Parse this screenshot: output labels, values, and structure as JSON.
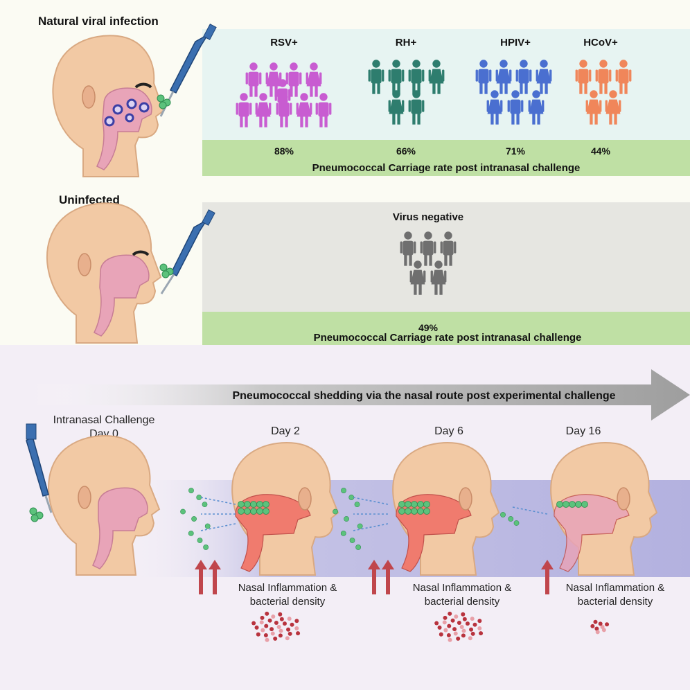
{
  "top_section": {
    "infected_heading": "Natural viral infection",
    "uninfected_heading": "Uninfected",
    "groups": [
      {
        "label": "RSV+",
        "percent": "88%",
        "color": "#c85cd1",
        "people_count": 10
      },
      {
        "label": "RH+",
        "percent": "66%",
        "color": "#2e7d6e",
        "people_count": 6
      },
      {
        "label": "HPIV+",
        "percent": "71%",
        "color": "#4a6fd0",
        "people_count": 7
      },
      {
        "label": "HCoV+",
        "percent": "44%",
        "color": "#f0865a",
        "people_count": 5
      }
    ],
    "infected_caption": "Pneumococcal Carriage rate post intranasal challenge",
    "negative_group": {
      "label": "Virus negative",
      "percent": "49%",
      "color": "#6f6f6f",
      "people_count": 5
    },
    "uninfected_caption": "Pneumococcal Carriage rate post intranasal challenge"
  },
  "bottom_section": {
    "arrow_title": "Pneumococcal shedding via the nasal route post experimental challenge",
    "challenge_label_line1": "Intranasal Challenge",
    "challenge_label_line2": "Day 0",
    "days": [
      {
        "label": "Day 2",
        "note_line1": "Nasal Inflammation &",
        "note_line2": "bacterial density",
        "up_arrows": 2
      },
      {
        "label": "Day 6",
        "note_line1": "Nasal Inflammation &",
        "note_line2": "bacterial density",
        "up_arrows": 2
      },
      {
        "label": "Day 16",
        "note_line1": "Nasal Inflammation &",
        "note_line2": "bacterial density",
        "up_arrows": 1
      }
    ]
  },
  "colors": {
    "skin": "#f2c9a4",
    "skin_outline": "#d9a982",
    "nasal_pink": "#e8a4b8",
    "nasal_inflamed": "#f07b6e",
    "bacteria_green": "#5cc27c",
    "arrow_red": "#c0464c",
    "panel_blue": "#e9f4f1",
    "panel_green": "#bfe0a4",
    "panel_grey": "#e6e6e2",
    "bottom_bg": "#f3eef6",
    "band_purple": "#b7b6e0",
    "pipette_blue": "#3b6fb0"
  }
}
